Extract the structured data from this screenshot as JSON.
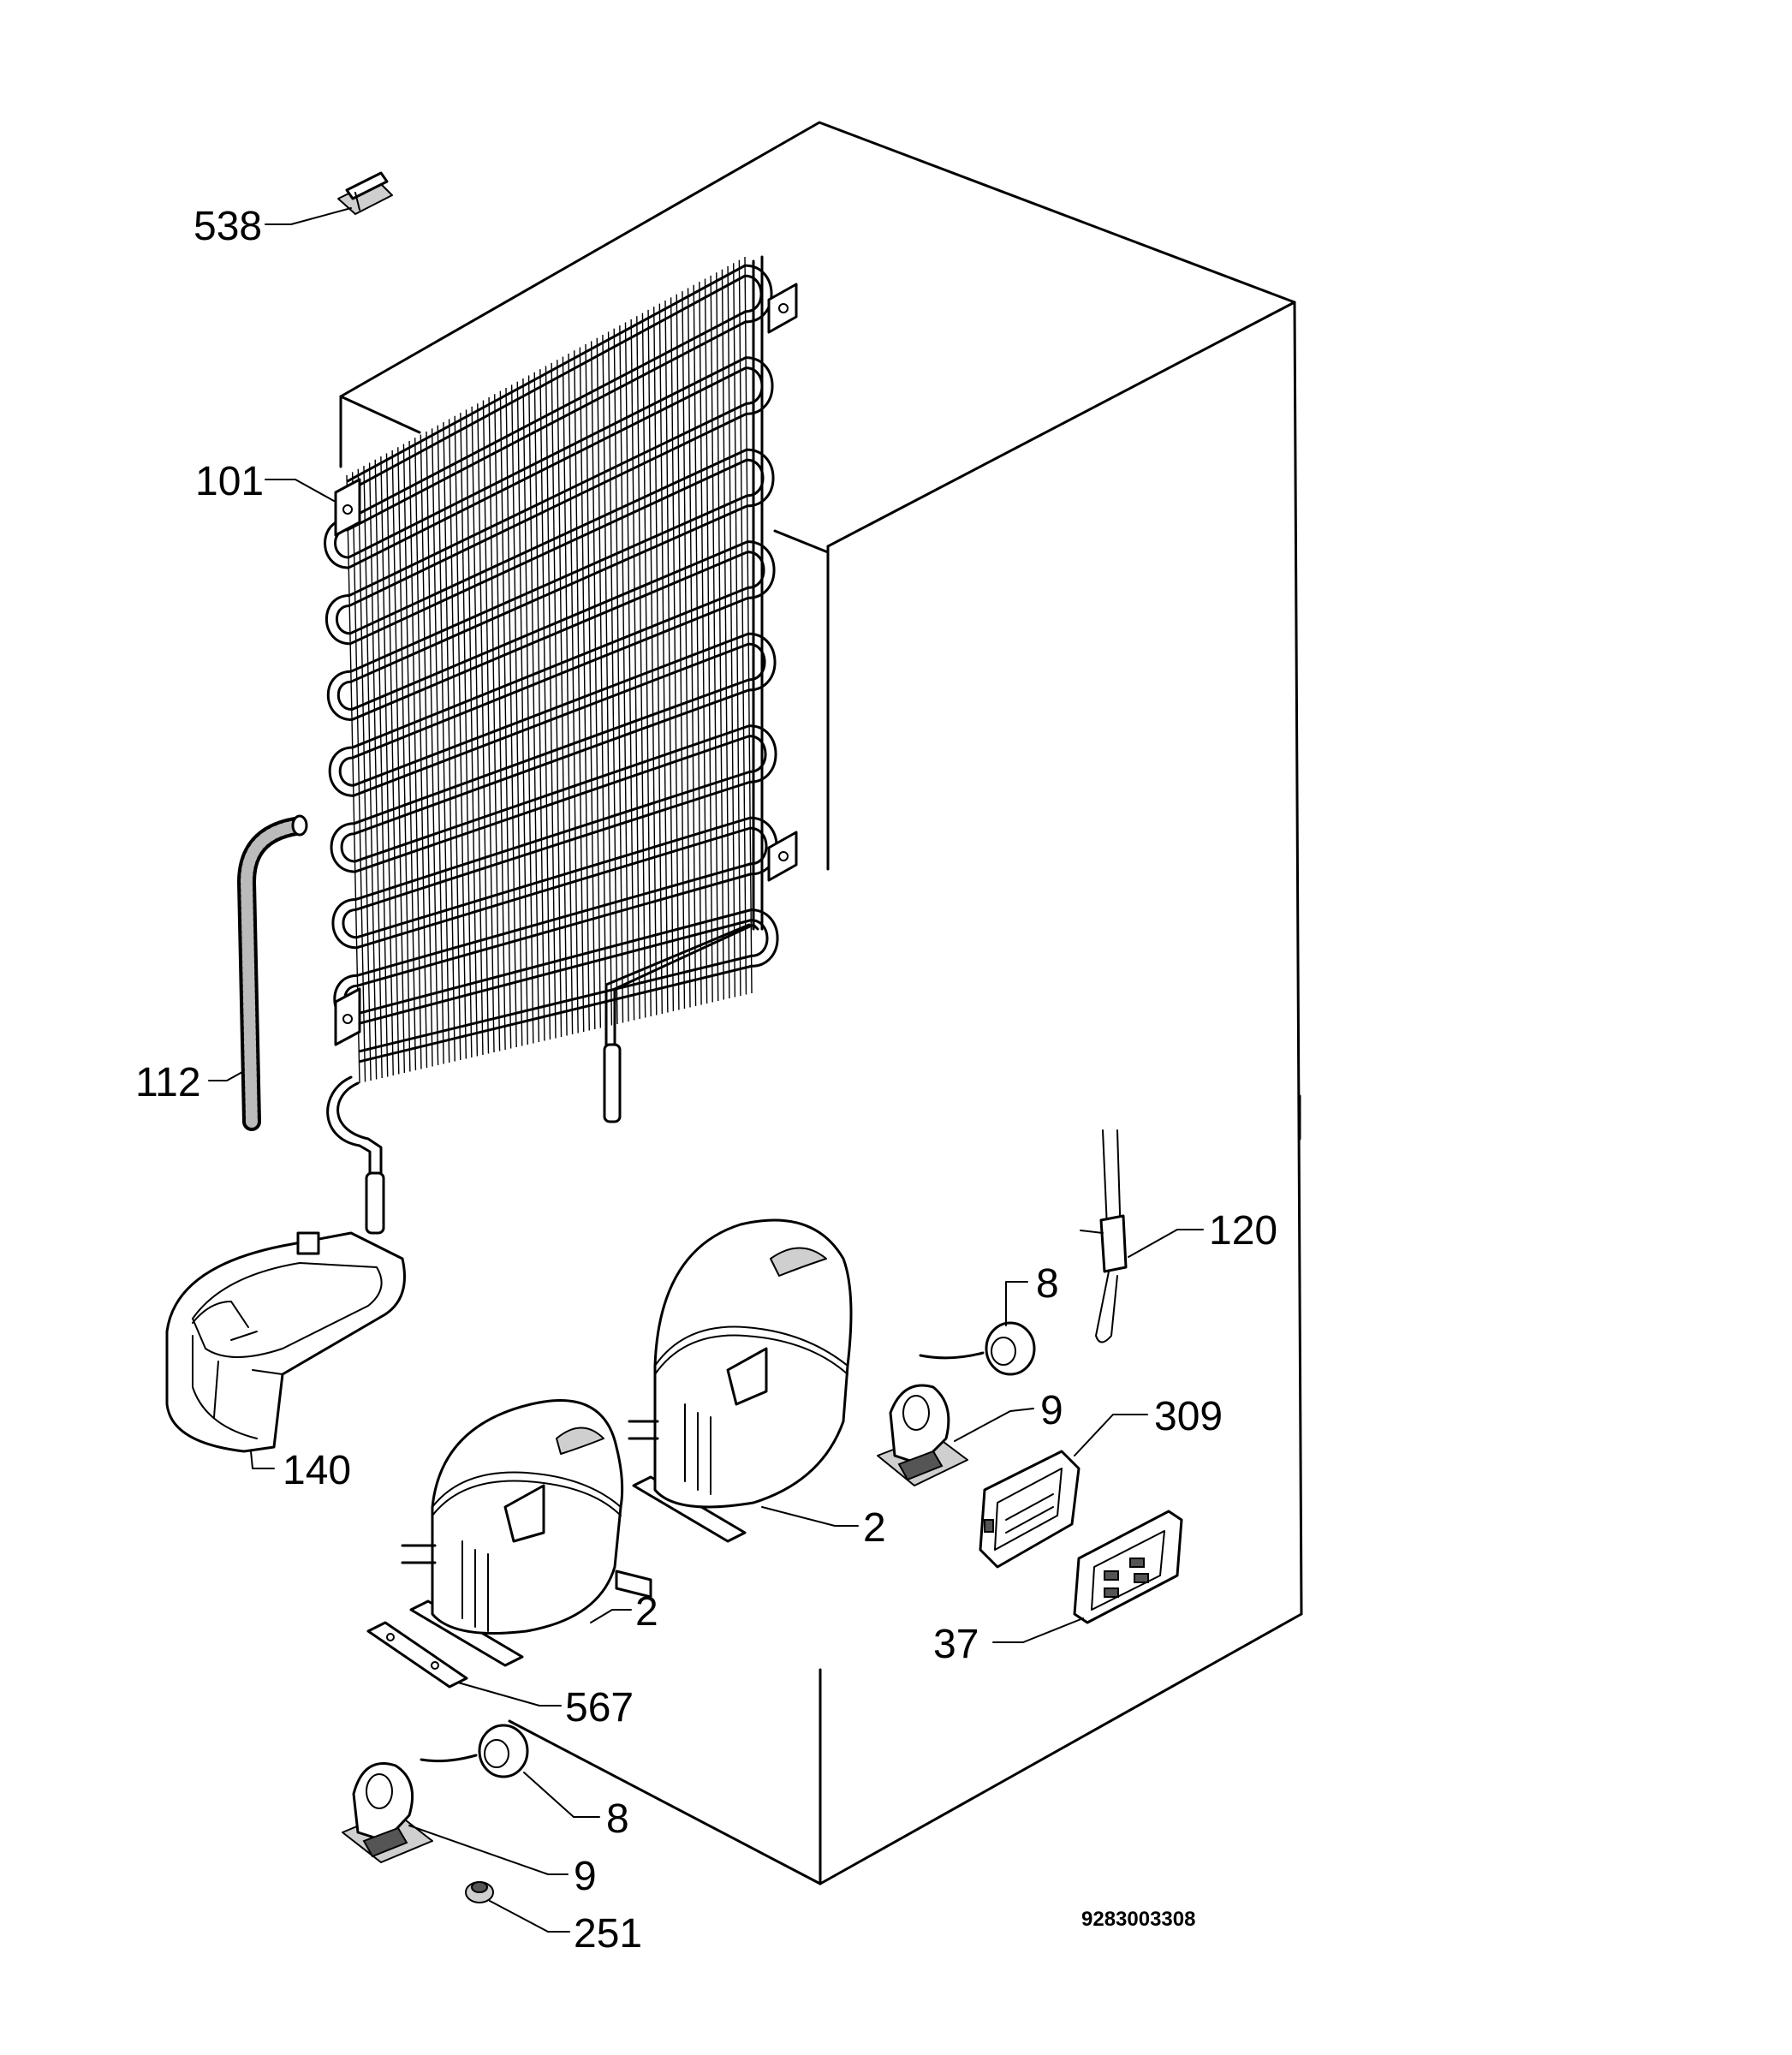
{
  "diagram": {
    "document_code": "9283003308",
    "callouts": [
      {
        "id": "538",
        "label": "538"
      },
      {
        "id": "101",
        "label": "101"
      },
      {
        "id": "112",
        "label": "112"
      },
      {
        "id": "120",
        "label": "120"
      },
      {
        "id": "8a",
        "label": "8"
      },
      {
        "id": "140",
        "label": "140"
      },
      {
        "id": "9a",
        "label": "9"
      },
      {
        "id": "309",
        "label": "309"
      },
      {
        "id": "2a",
        "label": "2"
      },
      {
        "id": "2b",
        "label": "2"
      },
      {
        "id": "37",
        "label": "37"
      },
      {
        "id": "567",
        "label": "567"
      },
      {
        "id": "8b",
        "label": "8"
      },
      {
        "id": "9b",
        "label": "9"
      },
      {
        "id": "251",
        "label": "251"
      }
    ]
  }
}
